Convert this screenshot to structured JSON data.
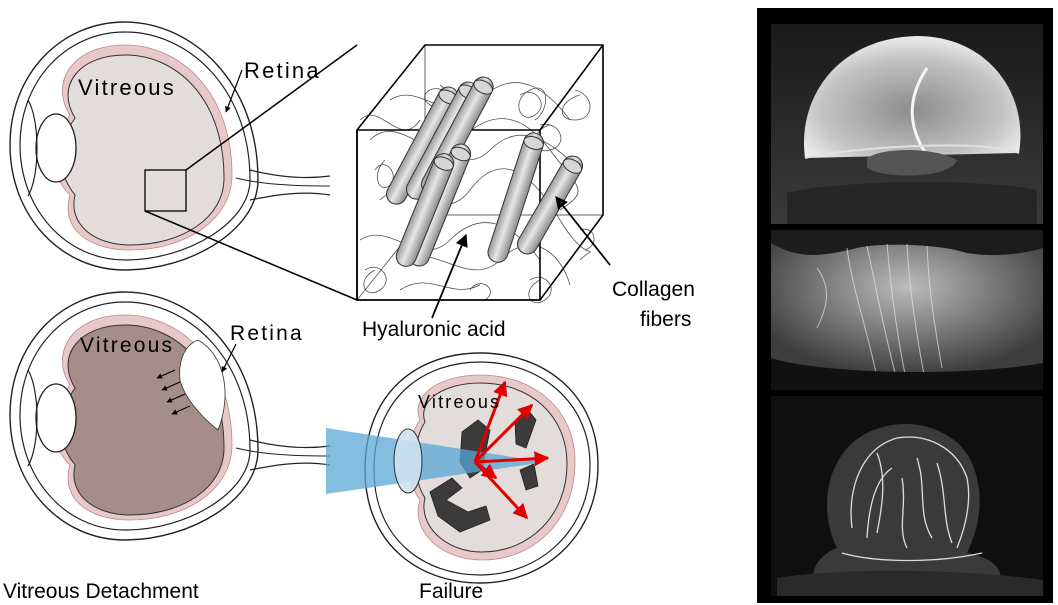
{
  "labels": {
    "vitreous_top": "Vitreous",
    "retina_top": "Retina",
    "vitreous_detach": "Vitreous",
    "retina_detach": "Retina",
    "vitreous_failure": "Vitreous",
    "hyaluronic_acid": "Hyaluronic acid",
    "collagen_line1": "Collagen",
    "collagen_line2": "fibers",
    "caption_detachment": "Vitreous Detachment",
    "caption_failure": "Failure"
  },
  "colors": {
    "vitreous_normal": "#e2dcda",
    "vitreous_detached": "#a58d8a",
    "retina": "#e8c9c9",
    "laser_beam": "#5aa7d6",
    "fragment": "#3b3b3b",
    "arrow_red": "#e00000",
    "photo_bg": "#000000"
  },
  "icons": [
    "eye-diagram-icon",
    "collagen-fiber-icon",
    "laser-beam-icon"
  ]
}
